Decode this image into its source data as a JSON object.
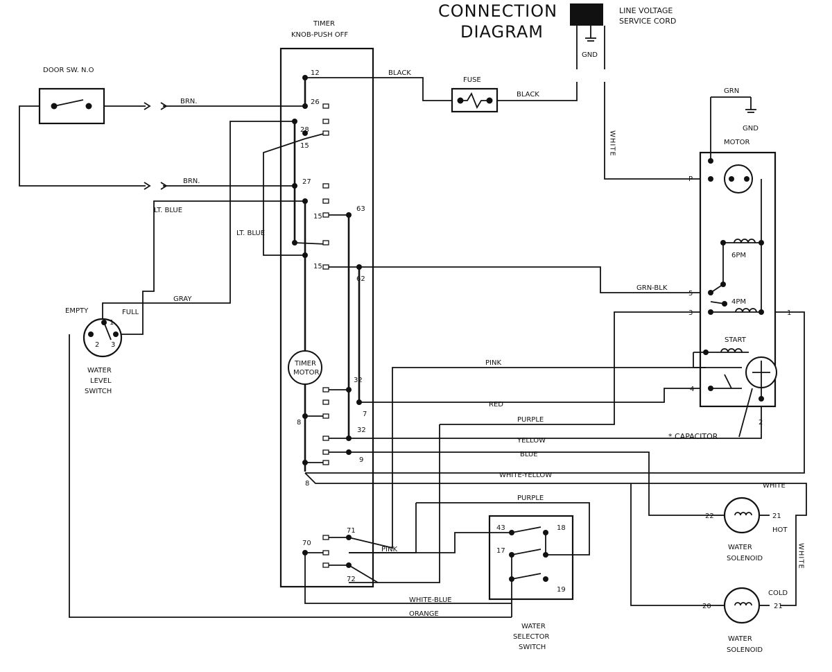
{
  "title": {
    "line1": "CONNECTION",
    "line2": "DIAGRAM"
  },
  "cord": {
    "label1": "LINE VOLTAGE",
    "label2": "SERVICE CORD",
    "gnd_label": "GND"
  },
  "door_switch": {
    "label": "DOOR SW. N.O"
  },
  "timer": {
    "label1": "TIMER",
    "label2": "KNOB-PUSH OFF",
    "motor_label1": "TIMER",
    "motor_label2": "MOTOR",
    "terminals": [
      "12",
      "26",
      "28",
      "15",
      "27",
      "15",
      "63",
      "15",
      "62",
      "32",
      "7",
      "8",
      "32",
      "9",
      "8",
      "71",
      "70",
      "72"
    ]
  },
  "fuse": {
    "label": "FUSE"
  },
  "motor": {
    "label": "MOTOR",
    "grn_label": "GRN",
    "gnd_label": "GND",
    "p_label": "P",
    "six_pm_label": "6PM",
    "four_pm_label": "4PM",
    "start_label": "START",
    "terminals": [
      "5",
      "3",
      "1",
      "4",
      "2"
    ]
  },
  "capacitor": {
    "label": "* CAPACITOR"
  },
  "water_level_switch": {
    "label1": "WATER",
    "label2": "LEVEL",
    "label3": "SWITCH",
    "empty_label": "EMPTY",
    "full_label": "FULL",
    "terminals": [
      "1",
      "2",
      "3"
    ]
  },
  "water_selector_switch": {
    "label1": "WATER",
    "label2": "SELECTOR",
    "label3": "SWITCH",
    "terminals": [
      "43",
      "18",
      "17",
      "19"
    ]
  },
  "hot_solenoid": {
    "label1": "WATER",
    "label2": "SOLENOID",
    "hot_label": "HOT",
    "t_left": "22",
    "t_right": "21"
  },
  "cold_solenoid": {
    "label1": "WATER",
    "label2": "SOLENOID",
    "cold_label": "COLD",
    "t_left": "20",
    "t_right": "21"
  },
  "wire_labels": {
    "black1": "BLACK",
    "black2": "BLACK",
    "brn1": "BRN.",
    "brn2": "BRN.",
    "lt_blue1": "LT. BLUE",
    "lt_blue2": "LT. BLUE",
    "gray": "GRAY",
    "grn_blk": "GRN-BLK",
    "pink1": "PINK",
    "pink2": "PINK",
    "red": "RED",
    "purple1": "PURPLE",
    "purple2": "PURPLE",
    "yellow": "YELLOW",
    "blue": "BLUE",
    "white_yellow": "WHITE-YELLOW",
    "white_blue": "WHITE-BLUE",
    "orange": "ORANGE",
    "white_h": "WHITE",
    "white_v1": "WHITE",
    "white_v2": "WHITE"
  }
}
